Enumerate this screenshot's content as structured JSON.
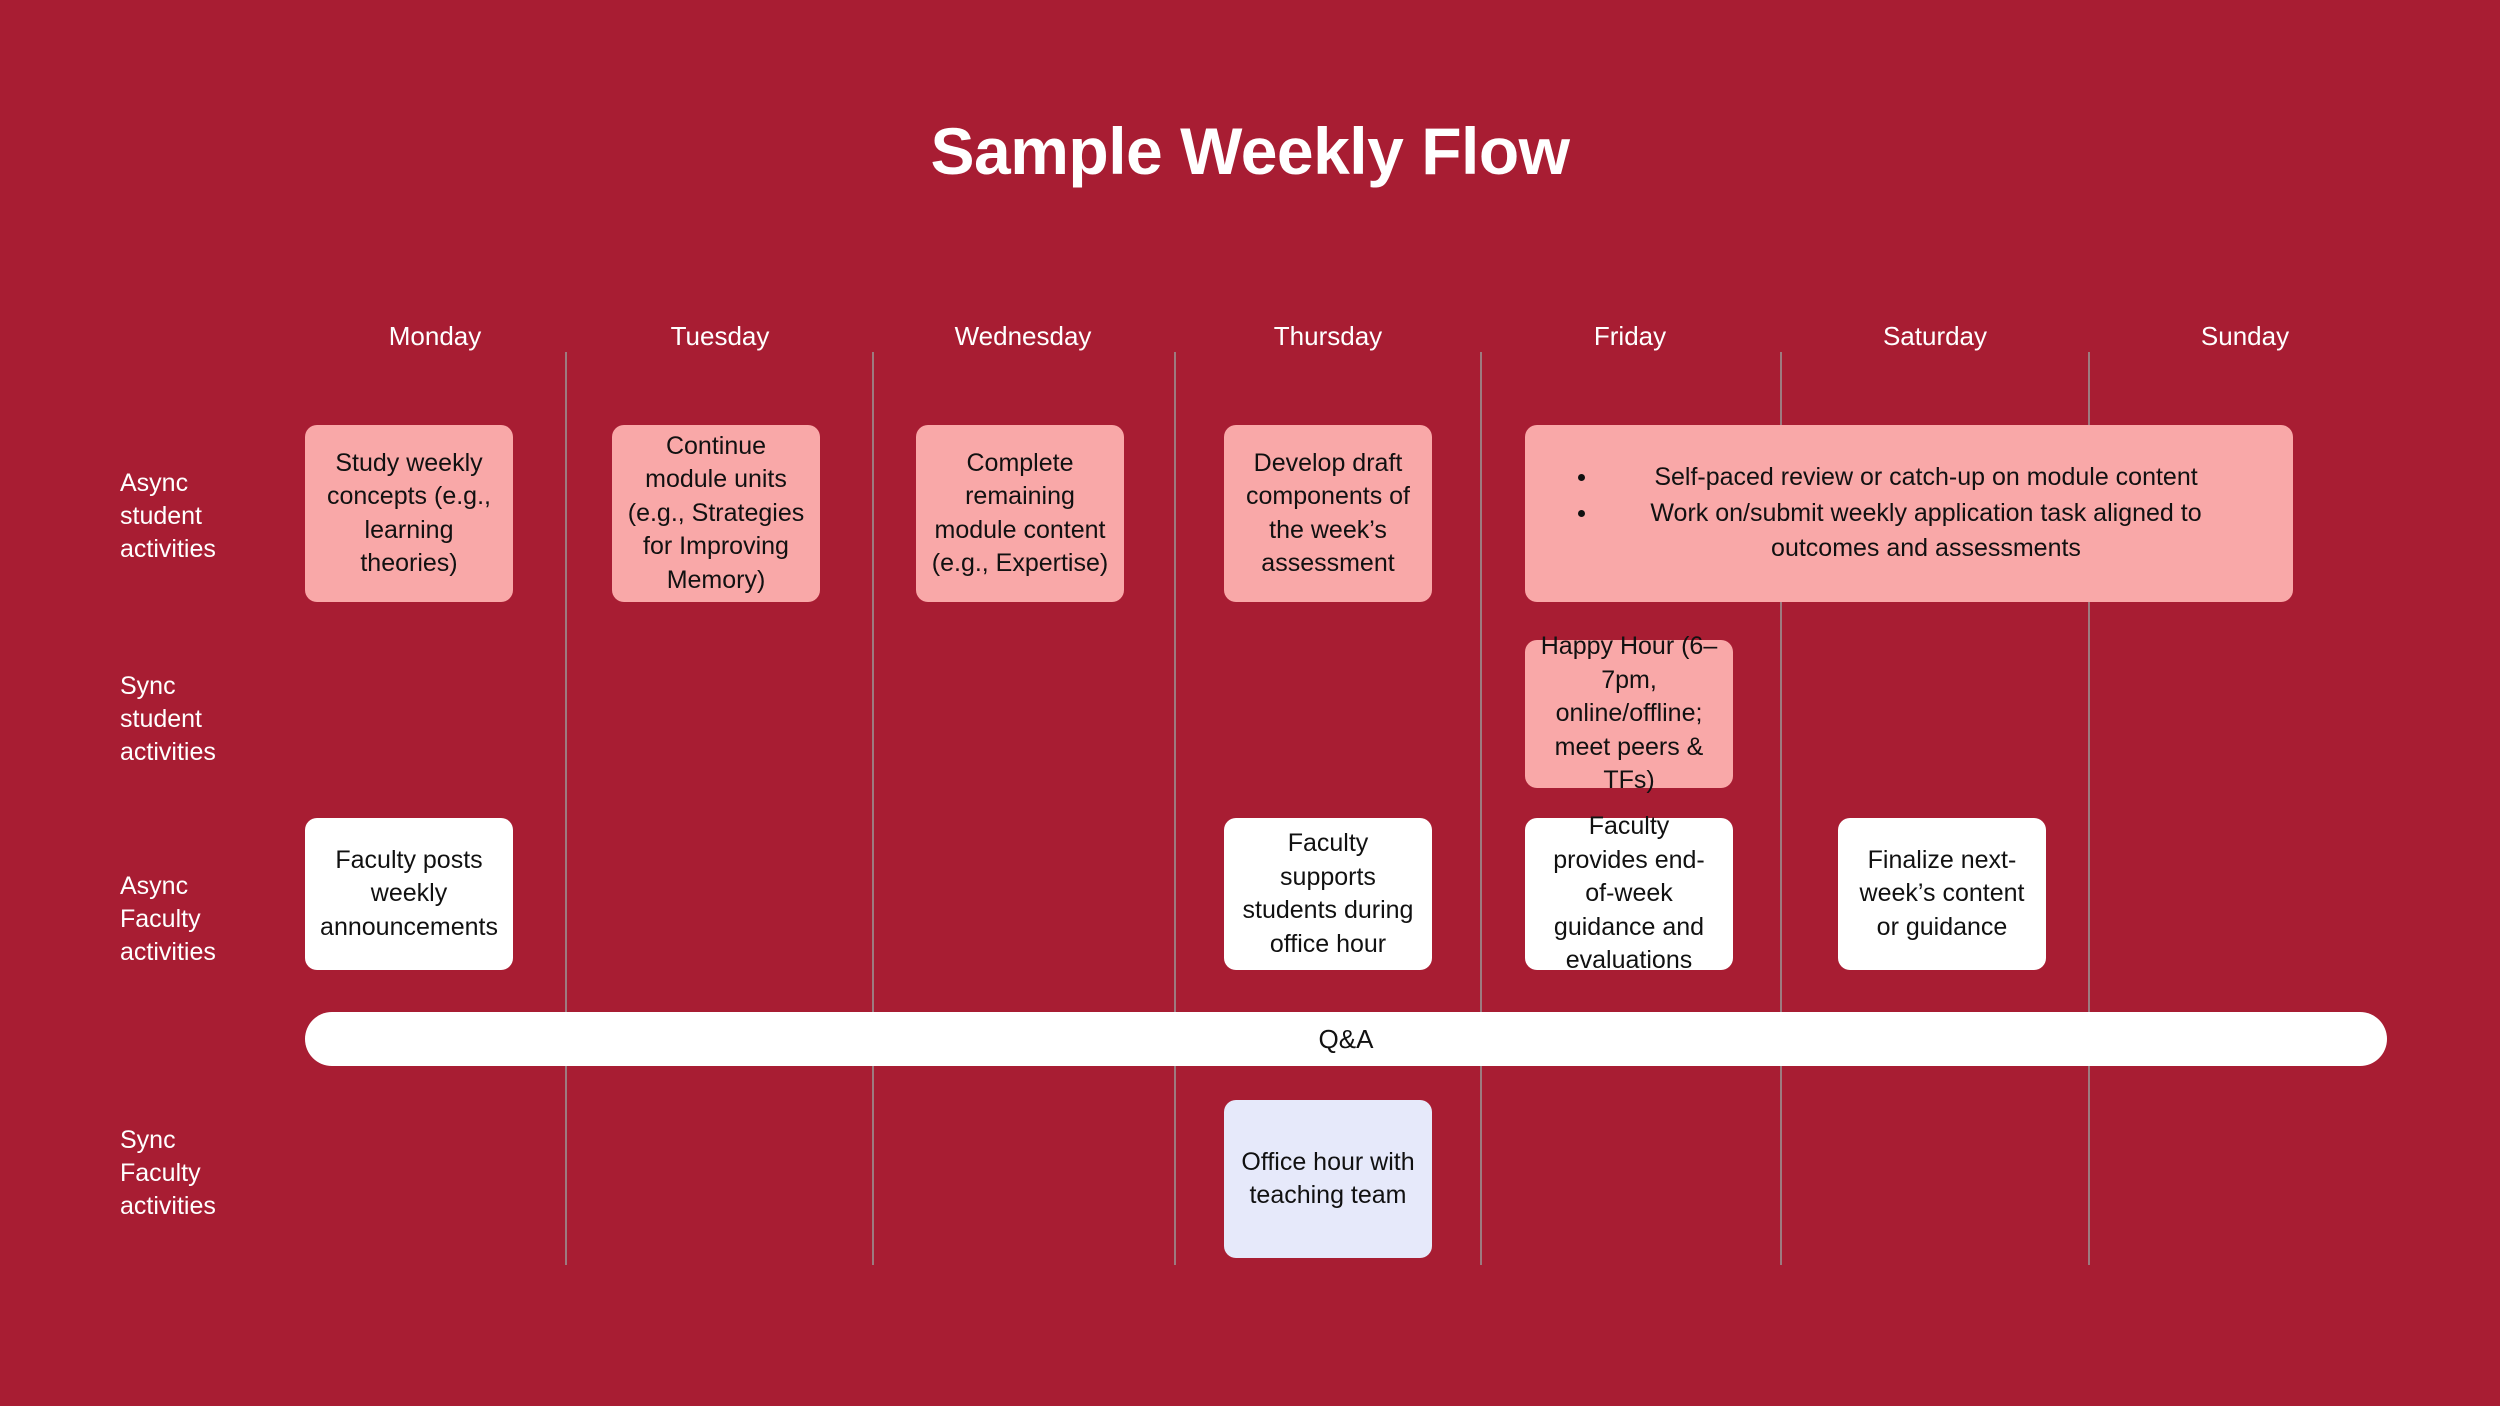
{
  "title": "Sample Weekly Flow",
  "colors": {
    "background": "#a81d33",
    "card_pink": "#f9a8a8",
    "card_white": "#ffffff",
    "card_blue": "#e6e9fa",
    "divider": "#9a9a9a",
    "title_text": "#ffffff",
    "card_text": "#111111"
  },
  "days": [
    {
      "label": "Monday"
    },
    {
      "label": "Tuesday"
    },
    {
      "label": "Wednesday"
    },
    {
      "label": "Thursday"
    },
    {
      "label": "Friday"
    },
    {
      "label": "Saturday"
    },
    {
      "label": "Sunday"
    }
  ],
  "rows": [
    {
      "label": "Async\nstudent\nactivities"
    },
    {
      "label": "Sync\nstudent\nactivities"
    },
    {
      "label": "Async\nFaculty\nactivities"
    },
    {
      "label": "Sync\nFaculty\nactivities"
    }
  ],
  "cards": {
    "async_student": {
      "monday": "Study weekly concepts (e.g., learning theories)",
      "tuesday": "Continue module units (e.g., Strategies for Improving Memory)",
      "wednesday": "Complete remaining module content (e.g., Expertise)",
      "thursday": "Develop draft components of the week’s assessment",
      "weekend_bullets": [
        "Self-paced review or catch-up on module content",
        "Work on/submit weekly application task aligned to outcomes and assessments"
      ]
    },
    "sync_student": {
      "friday": "Happy Hour (6–7pm, online/offline; meet peers & TFs)"
    },
    "async_faculty": {
      "monday": "Faculty posts weekly announcements",
      "thursday": "Faculty supports students during office hour",
      "friday": "Faculty provides end-of-week guidance and evaluations",
      "saturday": "Finalize next-week’s content or guidance"
    },
    "qa_bar": "Q&A",
    "sync_faculty": {
      "thursday": "Office hour with teaching team"
    }
  }
}
